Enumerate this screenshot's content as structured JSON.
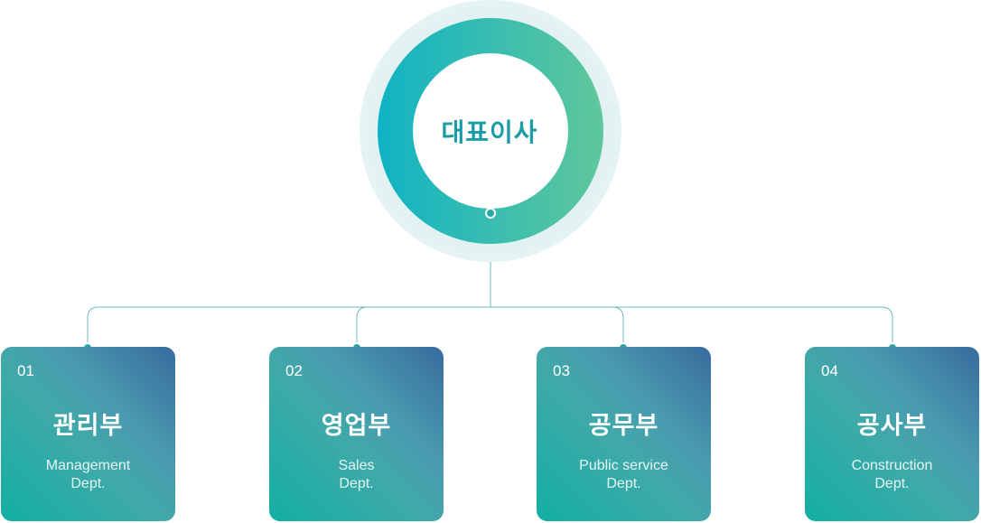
{
  "ceo": {
    "title": "대표이사"
  },
  "departments": [
    {
      "number": "01",
      "name": "관리부",
      "sub_line1": "Management",
      "sub_line2": "Dept."
    },
    {
      "number": "02",
      "name": "영업부",
      "sub_line1": "Sales",
      "sub_line2": "Dept."
    },
    {
      "number": "03",
      "name": "공무부",
      "sub_line1": "Public service",
      "sub_line2": "Dept."
    },
    {
      "number": "04",
      "name": "공사부",
      "sub_line1": "Construction",
      "sub_line2": "Dept."
    }
  ],
  "colors": {
    "ring_start": "#0fb3c4",
    "ring_end": "#60c79a",
    "ceo_text": "#1a9ba6",
    "line": "#6cbbbb",
    "card_start": "#13afa5",
    "card_end": "#386b9c"
  }
}
